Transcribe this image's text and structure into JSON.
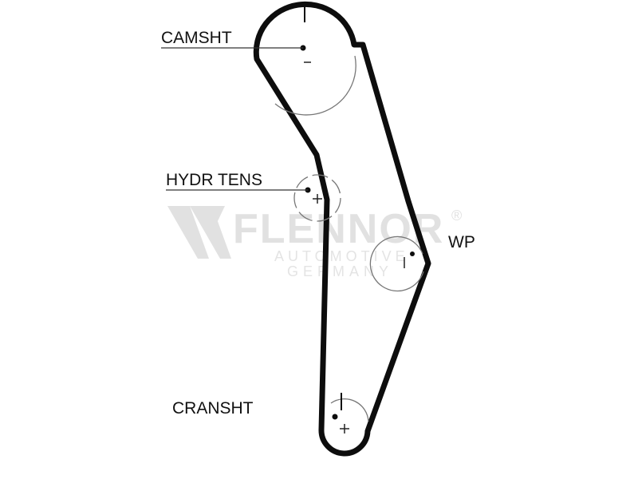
{
  "diagram": {
    "labels": {
      "camshaft": "CAMSHT",
      "tensioner": "HYDR TENS",
      "water_pump": "WP",
      "crankshaft": "CRANSHT"
    },
    "watermark": {
      "brand": "FLENNOR",
      "registered": "®",
      "line1": "AUTOMOTIVE",
      "line2": "GERMANY"
    },
    "colors": {
      "belt": "#0d0d0d",
      "label": "#111111",
      "watermark": "#e1e1e1"
    }
  }
}
